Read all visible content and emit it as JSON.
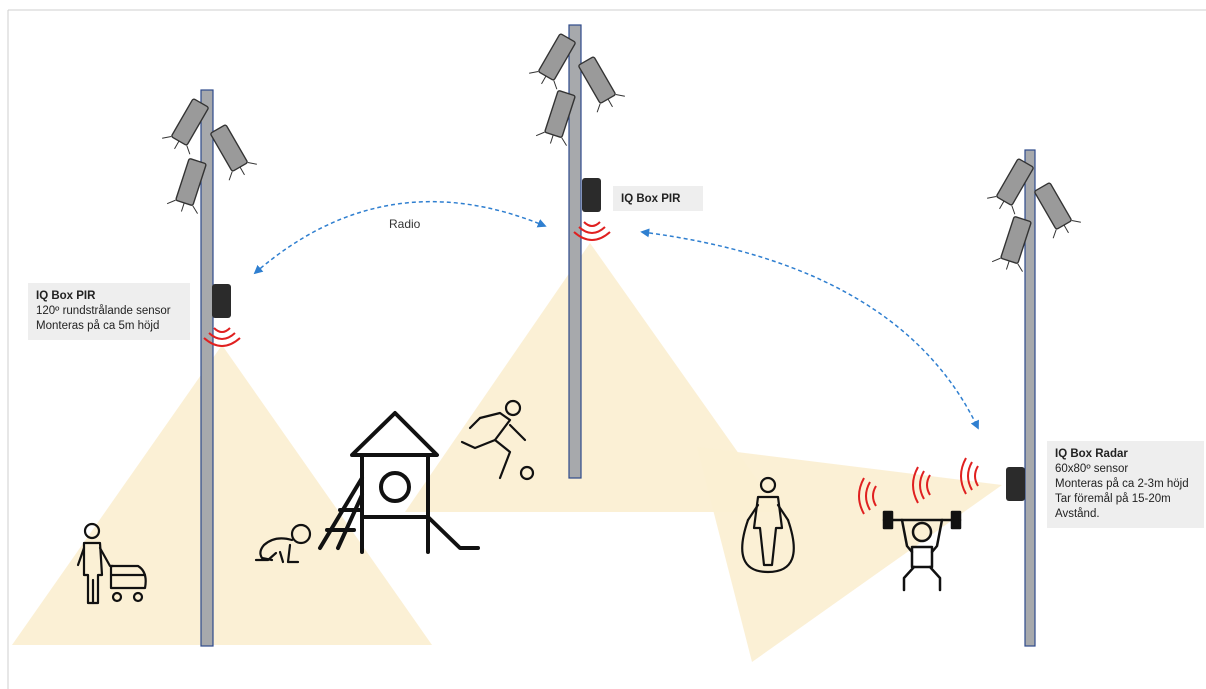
{
  "labels": {
    "left": {
      "title": "IQ Box PIR",
      "line1": "120º rundstrålande sensor",
      "line2": "Monteras på ca 5m höjd"
    },
    "center": {
      "title": "IQ Box PIR"
    },
    "right": {
      "title": "IQ Box Radar",
      "line1": "60x80º sensor",
      "line2": "Monteras på ca 2-3m höjd",
      "line3": "Tar föremål på 15-20m",
      "line4": "Avstånd."
    }
  },
  "radio_label": "Radio",
  "colors": {
    "pole_fill": "#a7a9ac",
    "pole_stroke": "#2e4a8b",
    "lamp_fill": "#9a9a9a",
    "sensor_box": "#2b2b2b",
    "signal_red": "#e02020",
    "link_blue": "#2f7fd0",
    "cone_fill": "#fbefd3",
    "label_bg": "#eeeeee"
  },
  "icons": [
    "parent-with-stroller-icon",
    "crawling-baby-icon",
    "playground-slide-icon",
    "running-with-ball-icon",
    "jump-rope-icon",
    "weightlifter-icon",
    "lamp-head-icon",
    "motion-sensor-icon"
  ]
}
